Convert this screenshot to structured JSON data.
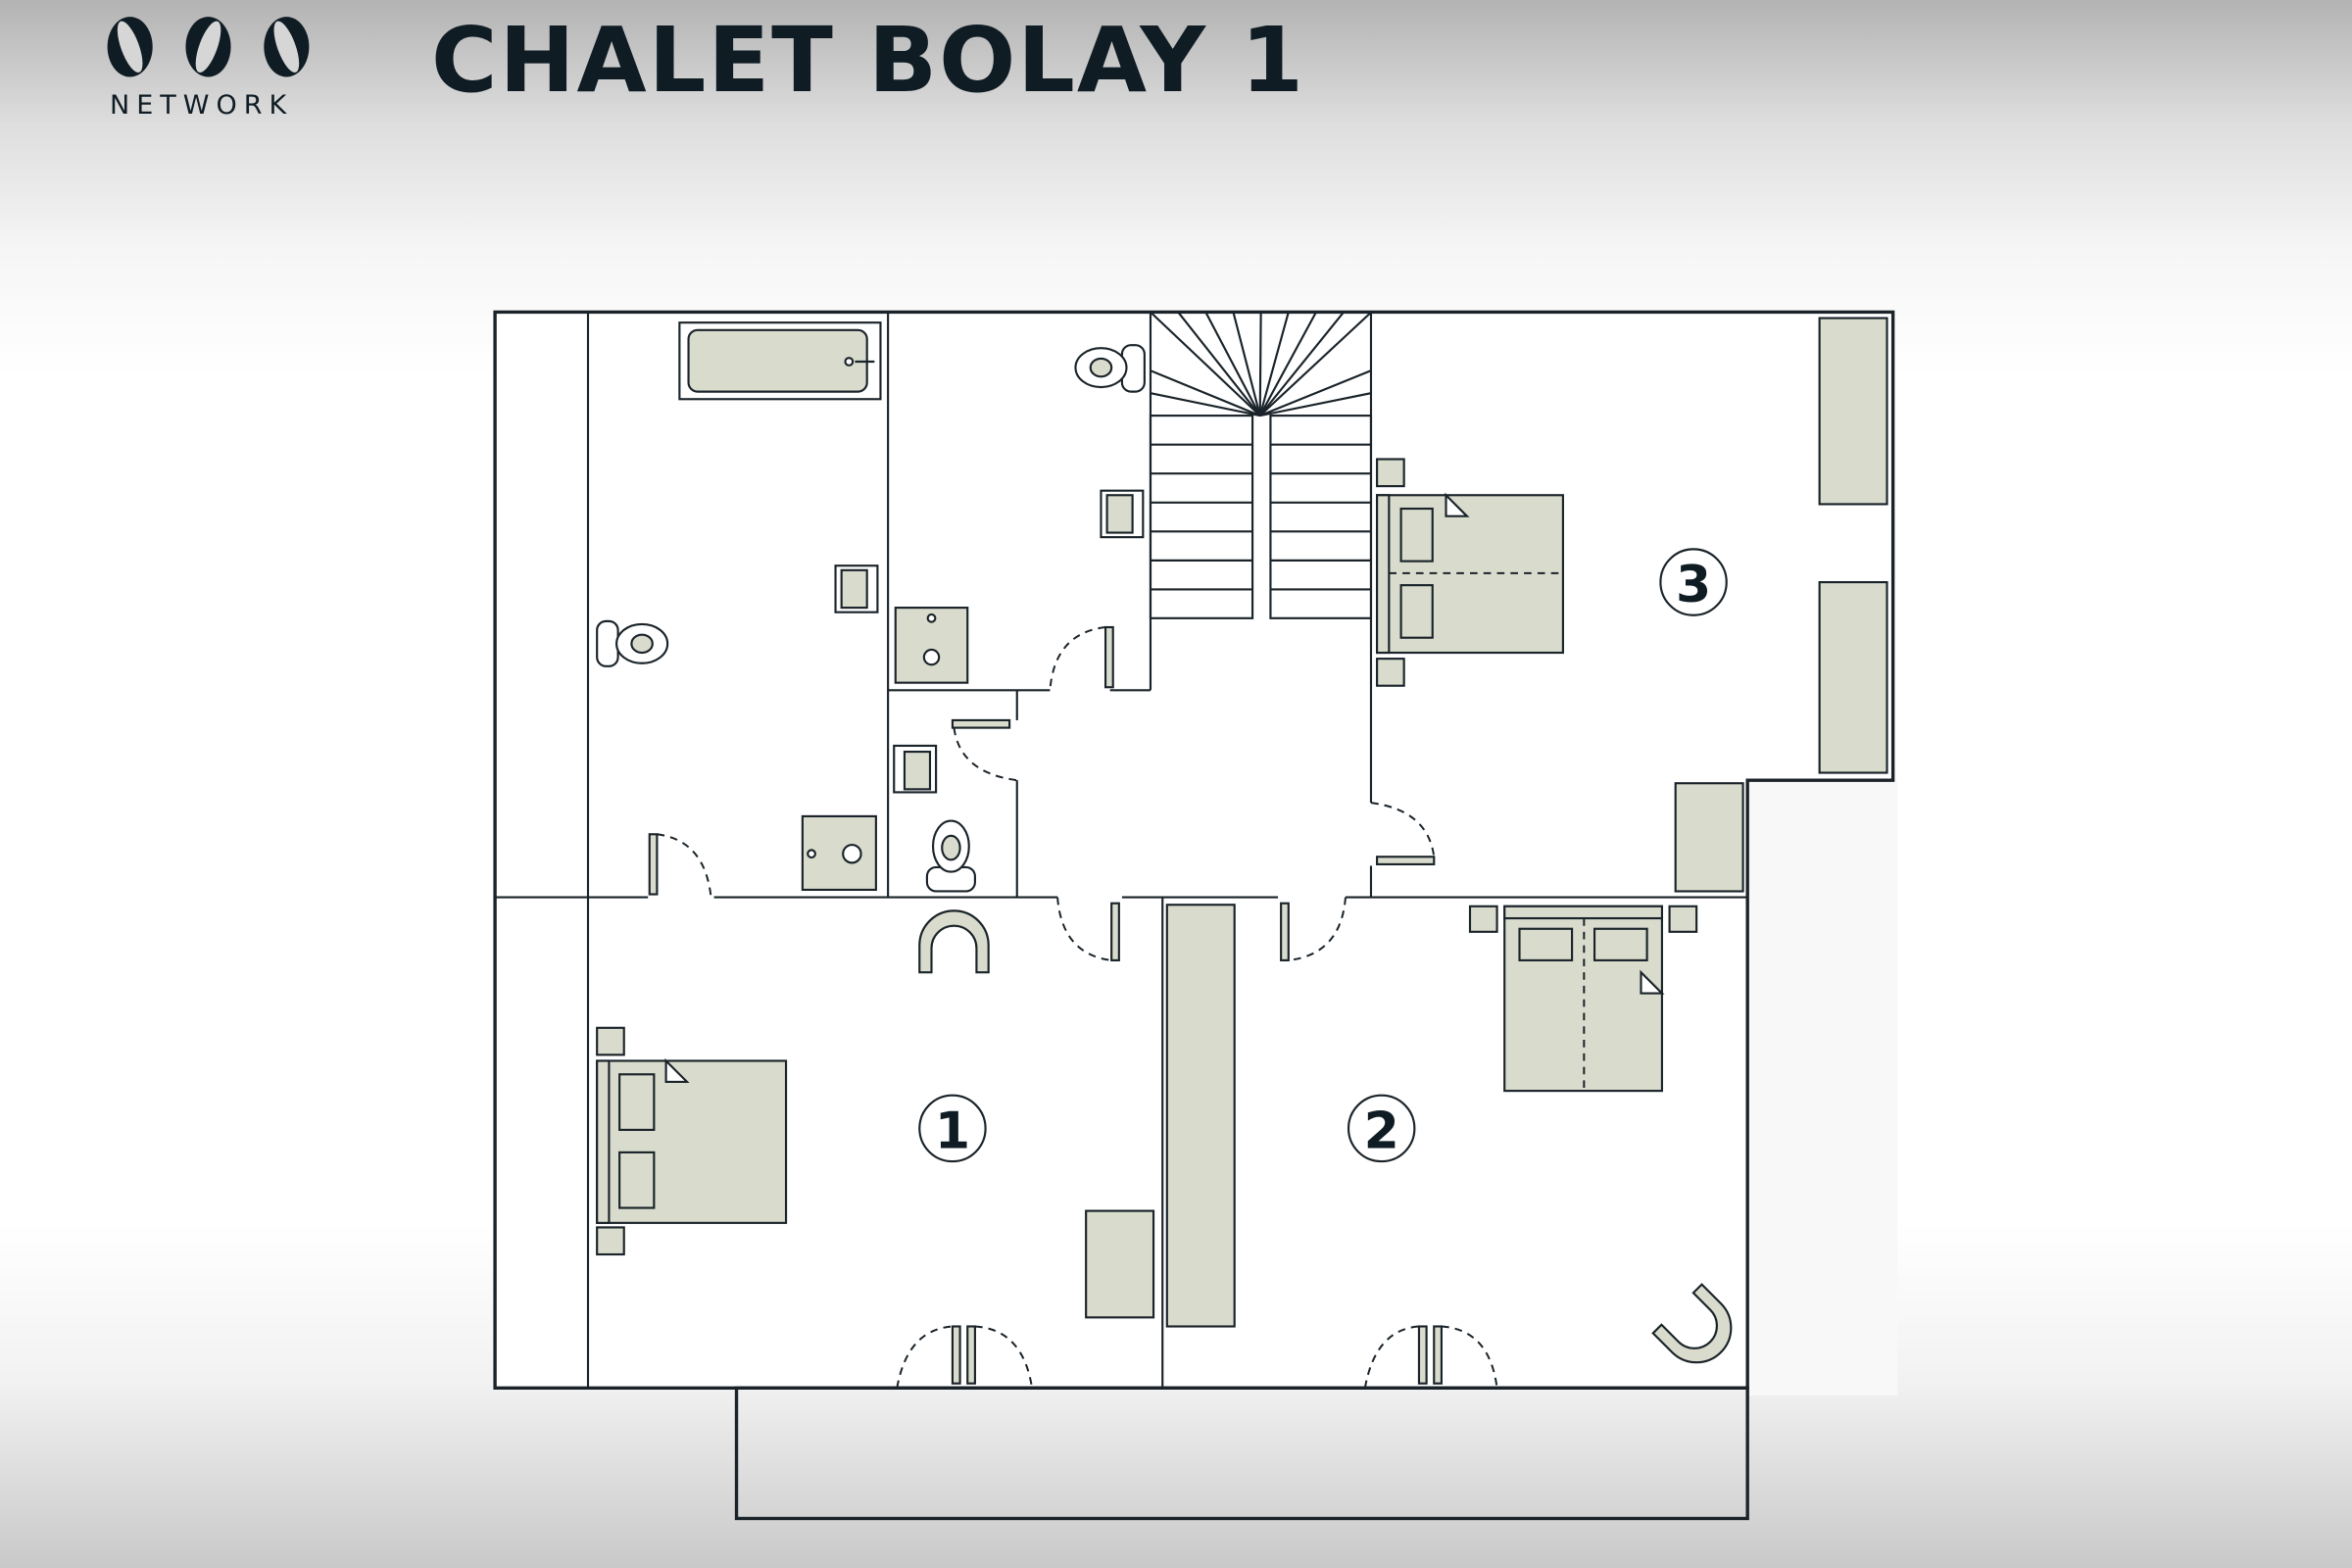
{
  "header": {
    "logo_text": "NETWORK",
    "title": "CHALET BOLAY 1"
  },
  "plan": {
    "rooms": [
      {
        "label": "1"
      },
      {
        "label": "2"
      },
      {
        "label": "3"
      }
    ]
  },
  "colors": {
    "ink": "#1a2329",
    "furniture_fill": "#d9dccd"
  }
}
